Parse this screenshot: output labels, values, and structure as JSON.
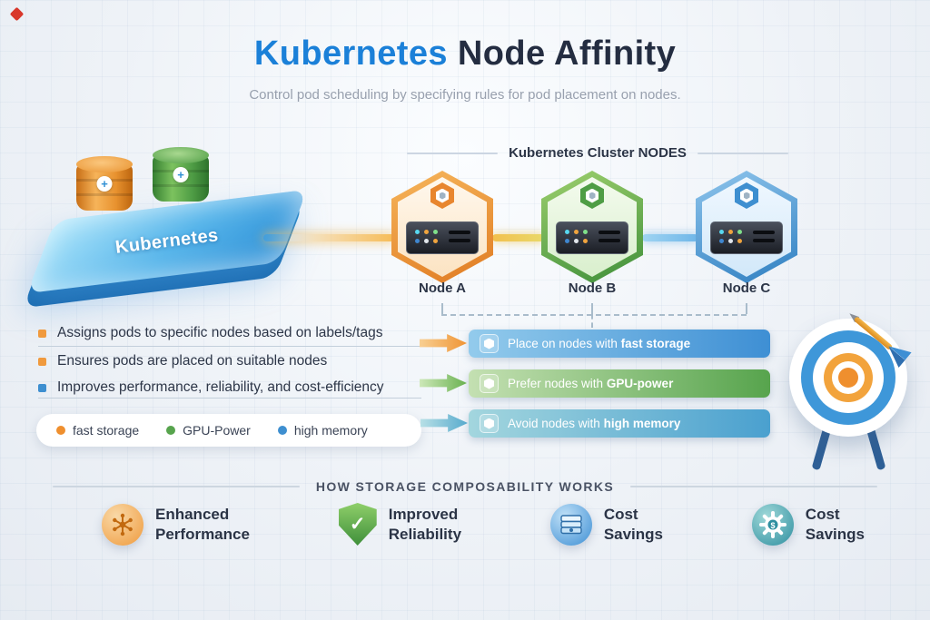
{
  "header": {
    "title_part1": "Kubernetes",
    "title_part2": " Node Affinity",
    "subtitle": "Control pod scheduling by specifying rules for pod placement on nodes."
  },
  "platform": {
    "label": "Kubernetes"
  },
  "cluster": {
    "header": "Kubernetes Cluster NODES",
    "nodes": [
      {
        "label": "Node A",
        "color": "#e8862f"
      },
      {
        "label": "Node B",
        "color": "#4f9d45"
      },
      {
        "label": "Node C",
        "color": "#3e8fd0"
      }
    ]
  },
  "bullets": [
    {
      "text": "Assigns pods to specific nodes based on labels/tags",
      "color": "#f09a3e"
    },
    {
      "text": "Ensures pods are placed on suitable nodes",
      "color": "#f09a3e"
    },
    {
      "text": "Improves performance, reliability, and cost-efficiency",
      "color": "#3e8fd0"
    }
  ],
  "legend": {
    "items": [
      {
        "label": "fast storage",
        "color": "#ef8f2e"
      },
      {
        "label": "GPU-Power",
        "color": "#57a44d"
      },
      {
        "label": "high memory",
        "color": "#3e8fd0"
      }
    ]
  },
  "rules": [
    {
      "prefix": "Place on nodes with ",
      "highlight": "fast storage",
      "accent": "#3e8fd4"
    },
    {
      "prefix": "Prefer nodes with ",
      "highlight": "GPU-power",
      "accent": "#57a44d"
    },
    {
      "prefix": "Avoid nodes with ",
      "highlight": "high memory",
      "accent": "#4aa0cf"
    }
  ],
  "sections": {
    "bottom_header": "HOW STORAGE COMPOSABILITY WORKS"
  },
  "features": [
    {
      "line1": "Enhanced",
      "line2": "Performance"
    },
    {
      "line1": "Improved",
      "line2": "Reliability"
    },
    {
      "line1": "Cost",
      "line2": "Savings"
    },
    {
      "line1": "Cost",
      "line2": "Savings"
    }
  ],
  "icons": {
    "plus": "+",
    "check": "✓",
    "dollar": "$"
  },
  "colors": {
    "title_accent": "#1b80d8",
    "title_dark": "#242d41",
    "brand_mark": "#d8372a"
  }
}
